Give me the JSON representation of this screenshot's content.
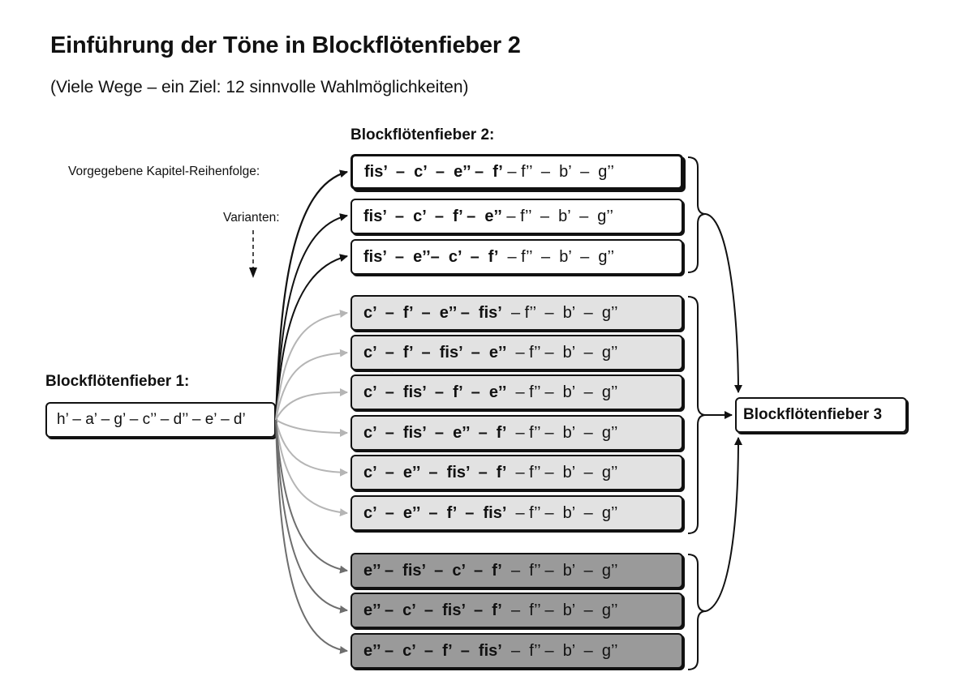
{
  "title": "Einführung der Töne in Blockflötenfieber 2",
  "subtitle": "(Viele Wege – ein Ziel: 12 sinnvolle Wahlmöglichkeiten)",
  "labels": {
    "bf2_header": "Blockflötenfieber 2:",
    "vorgegebene": "Vorgegebene Kapitel-Reihenfolge:",
    "varianten": "Varianten:",
    "bf1_header": "Blockflötenfieber 1:"
  },
  "bf1_sequence": "h’ – a’ – g’ – c’’ – d’’ – e’ – d’",
  "bf3_label": "Blockflötenfieber 3",
  "sequences": [
    {
      "group": "white",
      "bold": "fis’  –  c’  –  e’’ –  f’",
      "rest": " – f’’  –  b’  –  g’’"
    },
    {
      "group": "white",
      "bold": "fis’  –  c’  –  f’ –  e’’",
      "rest": " – f’’  –  b’  –  g’’"
    },
    {
      "group": "white",
      "bold": "fis’  –  e’’–  c’  –  f’",
      "rest": "  – f’’  –  b’  –  g’’"
    },
    {
      "group": "light",
      "bold": "c’  –  f’  –  e’’ –  fis’",
      "rest": "  – f’’  –  b’  –  g’’"
    },
    {
      "group": "light",
      "bold": "c’  –  f’  –  fis’  –  e’’",
      "rest": "  – f’’ –  b’  –  g’’"
    },
    {
      "group": "light",
      "bold": "c’  –  fis’  –  f’  –  e’’",
      "rest": "  – f’’ –  b’  –  g’’"
    },
    {
      "group": "light",
      "bold": "c’  –  fis’  –  e’’  –  f’",
      "rest": "  – f’’ –  b’  –  g’’"
    },
    {
      "group": "light",
      "bold": "c’  –  e’’  –  fis’  –  f’",
      "rest": "  – f’’ –  b’  –  g’’"
    },
    {
      "group": "light",
      "bold": "c’  –  e’’  –  f’  –  fis’",
      "rest": "  – f’’ –  b’  –  g’’"
    },
    {
      "group": "dark",
      "bold": "e’’ –  fis’  –  c’  –  f’",
      "rest": "  –  f’’ –  b’  –  g’’"
    },
    {
      "group": "dark",
      "bold": "e’’ –  c’  –  fis’  –  f’",
      "rest": "  –  f’’ –  b’  –  g’’"
    },
    {
      "group": "dark",
      "bold": "e’’ –  c’  –  f’  –  fis’",
      "rest": "  –  f’’ –  b’  –  g’’"
    }
  ],
  "colors": {
    "white_group": "#ffffff",
    "light_group": "#e2e2e2",
    "dark_group": "#9a9a9a",
    "arrow_black": "#111111",
    "arrow_light": "#b5b5b5",
    "arrow_dark": "#6e6e6e"
  }
}
